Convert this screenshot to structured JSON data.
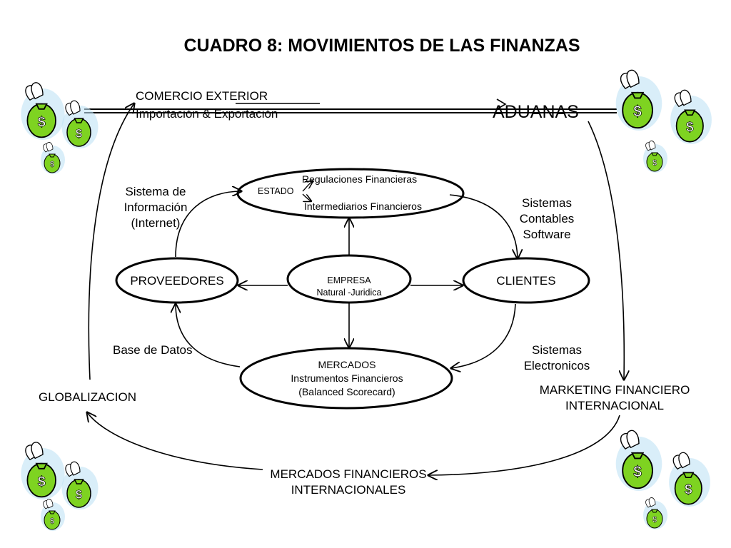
{
  "title": "CUADRO 8:  MOVIMIENTOS DE LAS FINANZAS",
  "comercio_exterior": {
    "line1": "COMERCIO EXTERIOR",
    "line2": "Importación & Exportación"
  },
  "aduanas": "ADUANAS",
  "estado": {
    "name": "ESTADO",
    "regulaciones": "Regulaciones Financieras",
    "intermediarios": "Intermediarios Financieros"
  },
  "sistema_informacion": [
    "Sistema de",
    "Información",
    "(Internet)"
  ],
  "sistemas_contables": [
    "Sistemas",
    "Contables",
    "Software"
  ],
  "proveedores": "PROVEEDORES",
  "empresa": {
    "name": "EMPRESA",
    "sub": "Natural -Juridica"
  },
  "clientes": "CLIENTES",
  "base_datos": "Base de Datos",
  "sistemas_electronicos": [
    "Sistemas",
    "Electronicos"
  ],
  "mercados": [
    "MERCADOS",
    "Instrumentos Financieros",
    "(Balanced Scorecard)"
  ],
  "globalizacion": "GLOBALIZACION",
  "marketing": [
    "MARKETING FINANCIERO",
    "INTERNACIONAL"
  ],
  "mercados_internacionales": [
    "MERCADOS  FINANCIEROS",
    "INTERNACIONALES"
  ],
  "decorations": {
    "icon": "flying-money-bags-icon",
    "bag_color": "#7ed321",
    "wing_color": "#ffffff",
    "halo_color": "#bfe3f5"
  }
}
